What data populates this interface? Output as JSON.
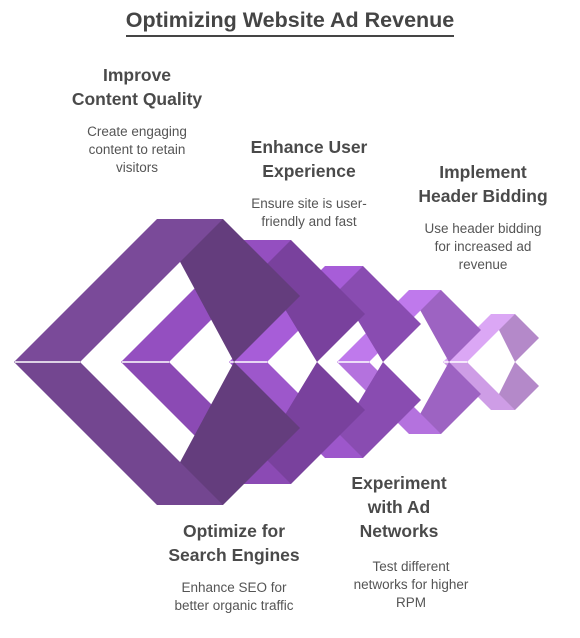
{
  "title": "Optimizing Website Ad Revenue",
  "steps": [
    {
      "head": [
        "Improve",
        "Content Quality"
      ],
      "desc": [
        "Create engaging",
        "content to retain",
        "visitors"
      ],
      "color": "#7a4a99"
    },
    {
      "head": [
        "Optimize for",
        "Search Engines"
      ],
      "desc": [
        "Enhance SEO for",
        "better organic traffic"
      ],
      "color": "#944fc0"
    },
    {
      "head": [
        "Enhance User",
        "Experience"
      ],
      "desc": [
        "Ensure site is user-",
        "friendly and fast"
      ],
      "color": "#a75dd8"
    },
    {
      "head": [
        "Experiment",
        "with Ad",
        "Networks"
      ],
      "desc": [
        "Test different",
        "networks for higher",
        "RPM"
      ],
      "color": "#bf79ec"
    },
    {
      "head": [
        "Implement",
        "Header Bidding"
      ],
      "desc": [
        "Use header bidding",
        "for increased ad",
        "revenue"
      ],
      "color": "#dba7f5"
    }
  ]
}
